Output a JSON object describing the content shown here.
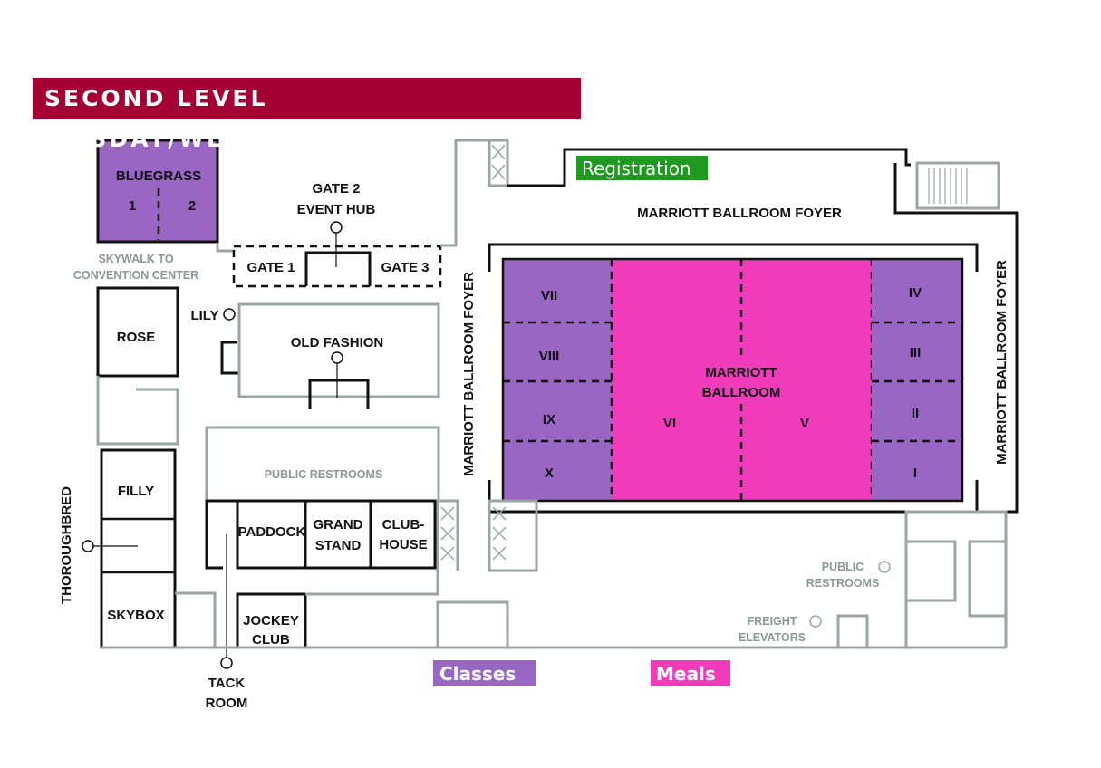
{
  "title": "SECOND LEVEL TUESDAY/WEDNESDAY",
  "colors": {
    "title_bg": "#a50034",
    "classes": "#9966c4",
    "meals": "#f03cba",
    "registration": "#1e9b1e",
    "walls": "#111111",
    "service_walls": "#9aa6a4"
  },
  "legend": {
    "registration": "Registration",
    "classes": "Classes",
    "meals": "Meals"
  },
  "rooms": {
    "bluegrass": "BLUEGRASS",
    "bluegrass_1": "1",
    "bluegrass_2": "2",
    "skywalk_1": "SKYWALK TO",
    "skywalk_2": "CONVENTION CENTER",
    "gate2_1": "GATE 2",
    "gate2_2": "EVENT HUB",
    "gate1": "GATE 1",
    "gate3": "GATE 3",
    "foyer_top": "MARRIOTT BALLROOM FOYER",
    "foyer_left": "MARRIOTT BALLROOM FOYER",
    "foyer_right": "MARRIOTT BALLROOM FOYER",
    "rose": "ROSE",
    "lily": "LILY",
    "old_fashion": "OLD FASHION",
    "public_restrooms": "PUBLIC RESTROOMS",
    "filly": "FILLY",
    "thoroughbred": "THOROUGHBRED",
    "skybox": "SKYBOX",
    "paddock": "PADDOCK",
    "grand_1": "GRAND",
    "grand_2": "STAND",
    "club_1": "CLUB-",
    "club_2": "HOUSE",
    "jockey_1": "JOCKEY",
    "jockey_2": "CLUB",
    "tack_1": "TACK",
    "tack_2": "ROOM",
    "ballroom_1": "MARRIOTT",
    "ballroom_2": "BALLROOM",
    "vii": "VII",
    "viii": "VIII",
    "ix": "IX",
    "x": "X",
    "vi": "VI",
    "v": "V",
    "iv": "IV",
    "iii": "III",
    "ii": "II",
    "i": "I",
    "pr_right_1": "PUBLIC",
    "pr_right_2": "RESTROOMS",
    "freight_1": "FREIGHT",
    "freight_2": "ELEVATORS"
  }
}
